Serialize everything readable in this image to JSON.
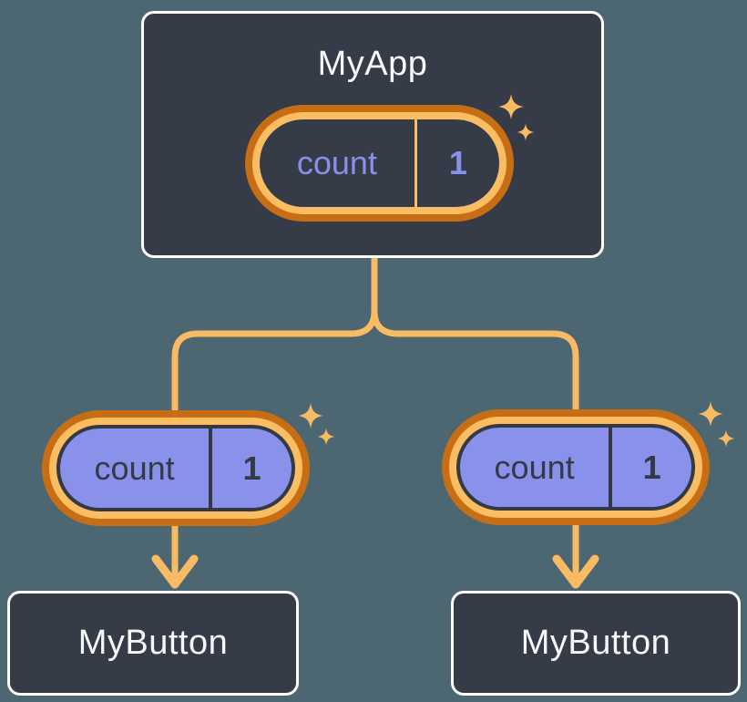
{
  "tree": {
    "root": {
      "title": "MyApp",
      "state": {
        "name": "count",
        "value": "1"
      }
    },
    "children": [
      {
        "title": "MyButton",
        "prop": {
          "name": "count",
          "value": "1"
        }
      },
      {
        "title": "MyButton",
        "prop": {
          "name": "count",
          "value": "1"
        }
      }
    ]
  },
  "colors": {
    "background": "#4C6771",
    "component_box_fill": "#353B47",
    "component_box_border": "#FFFFFF",
    "title_text": "#F6F7F9",
    "pill_ring_outer": "#C76E15",
    "pill_ring_inner": "#FABD62",
    "connector_line": "#F8BB63",
    "state_text": "#8891EA",
    "prop_pill_fill": "#8991EB",
    "prop_text": "#333945"
  },
  "icons": {
    "sparkle": "✦",
    "arrowhead": "▼"
  }
}
